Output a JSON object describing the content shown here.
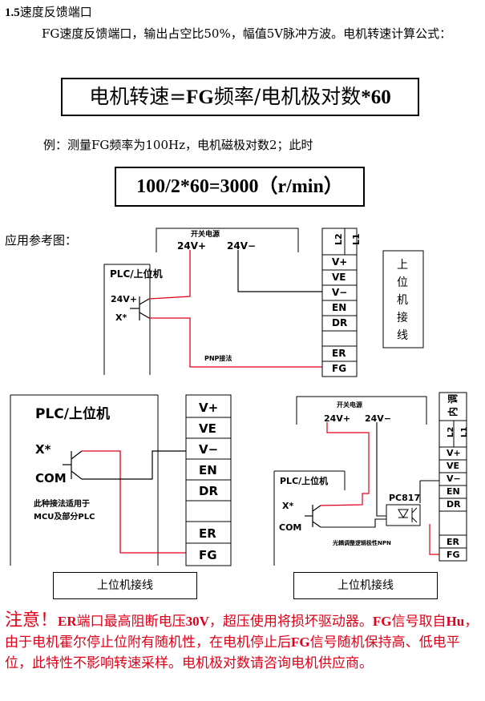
{
  "section": {
    "number": "1.5",
    "title": "速度反馈端口"
  },
  "paragraph": "FG速度反馈端口，输出占空比50%，幅值5V脉冲方波。电机转速计算公式：",
  "formula": {
    "prefix": "电机转速=",
    "fg": "FG",
    "mid": "频率/电机极对数",
    "suffix": "*60"
  },
  "example": "例：测量FG频率为100Hz，电机磁极对数2；此时",
  "example_formula": "100/2*60=3000（r/min）",
  "app_ref": "应用参考图：",
  "diagram1": {
    "power_label": "开关电源",
    "v_plus": "24V+",
    "v_minus": "24V−",
    "plc_label": "PLC/上位机",
    "plc_24v": "24V+",
    "plc_x": "X*",
    "pnp_label": "PNP接法",
    "terminals": [
      "V+",
      "VE",
      "V−",
      "EN",
      "DR",
      "ER",
      "FG"
    ],
    "top_terminals": [
      "L2",
      "L1"
    ],
    "side_label": [
      "上",
      "位",
      "机",
      "接",
      "线"
    ]
  },
  "diagram2": {
    "plc_label": "PLC/上位机",
    "x_label": "X*",
    "com_label": "COM",
    "note_line1": "此种接法适用于",
    "note_line2": "MCU及部分PLC",
    "terminals": [
      "V+",
      "VE",
      "V−",
      "EN",
      "DR",
      "ER",
      "FG"
    ]
  },
  "diagram3": {
    "power_label": "开关电源",
    "v_plus": "24V+",
    "v_minus": "24V−",
    "plc_label": "PLC/上位机",
    "x_label": "X*",
    "com_label": "COM",
    "opto": "PC817",
    "opto_note": "光耦调整逻辑极性NPN",
    "terminals": [
      "V+",
      "VE",
      "V−",
      "EN",
      "DR",
      "ER",
      "FG"
    ],
    "top_terminals": [
      "L2",
      "L1"
    ],
    "side_label": "内 调"
  },
  "captions": [
    "上位机接线",
    "上位机接线"
  ],
  "notice": {
    "lead": "注意！",
    "t1": "ER",
    "t2": "端口最高阻断电压",
    "t3": "30V",
    "t4": "，超压使用将损坏驱动器。",
    "t5": "FG",
    "t6": "信号取自",
    "t7": "Hu",
    "t8": "，由于电机霍尔停止位附有随机性，在电机停止后",
    "t9": "FG",
    "t10": "信号随机保持高、低电平位，此特性不影响转速采样。电机极对数请咨询电机供应商。"
  },
  "colors": {
    "wire_red": "#e0001a",
    "notice_red": "#e0001a"
  }
}
